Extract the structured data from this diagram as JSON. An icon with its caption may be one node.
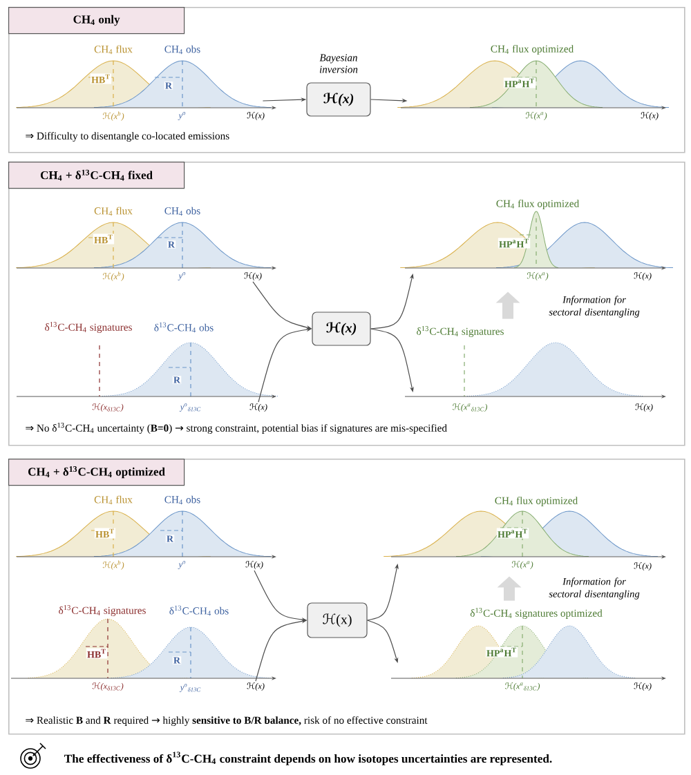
{
  "diagram": {
    "nodes": [
      {
        "text": [
          "CH$_{4}$ only",
          "⇒ Difficulty to disentangle co-located emissions"
        ]
      },
      {
        "text": [
          "CH$_{4}$ + δ$^{13}$C-CH$_{4}$ fixed",
          "⇒ No δ$^{13}$C-CH$_{4}$ uncertainty (**B=0**) → strong constraint, potential bias if signatures are mis-specified"
        ]
      },
      {
        "text": [
          "CH$_{4}$ + δ$^{13}$C-CH$_{4}$ optimized",
          "⇒ Realistic **B** and **R** required → highly **sensitive to B/R balance,** risk of no effective constraint"
        ]
      },
      {
        "text": [
          "ℋ(x)"
        ],
        "in": 0,
        "beside": [
          "Bayesian inversion"
        ]
      },
      {
        "text": [
          "ℋ(x)"
        ],
        "in": 1
      },
      {
        "text": [
          "ℋ(x)"
        ],
        "in": 2
      },
      {
        "text": [
          "ℋ(x)"
        ],
        "in": 1
      },
      {
        "text": [
          "ℋ(x)"
        ],
        "in": 1
      },
      {
        "text": [
          "ℋ(x)"
        ],
        "in": 2
      },
      {
        "text": [
          "ℋ(x)"
        ],
        "in": 2
      },
      {
        "text": [],
        "shape": "plot",
        "in": 0
      },
      {
        "text": [],
        "shape": "plot",
        "in": 0,
        "beside": [
          "CH$_{4}$ flux optimized"
        ]
      },
      {
        "text": [],
        "shape": "plot",
        "in": 1,
        "beside": [
          "CH$_{4}$ flux optimized"
        ]
      },
      {
        "text": [],
        "shape": "plot",
        "in": 1,
        "beside": [
          "δ$^{13}$C-CH$_{4}$ signatures"
        ]
      },
      {
        "text": [],
        "shape": "plot",
        "in": 2,
        "beside": [
          "CH$_{4}$ flux optimized"
        ]
      },
      {
        "text": [],
        "shape": "plot",
        "in": 2,
        "beside": [
          "δ$^{13}$C-CH$_{4}$ signatures optimized"
        ]
      }
    ],
    "edges": [
      {
        "from": 10,
        "to": 3,
        "arrow": "to"
      },
      {
        "from": 3,
        "to": 11,
        "arrow": "to"
      },
      {
        "from": 6,
        "to": 4,
        "arrow": "to"
      },
      {
        "from": 7,
        "to": 4,
        "arrow": "to"
      },
      {
        "from": 4,
        "to": 12,
        "arrow": "to"
      },
      {
        "from": 4,
        "to": 13,
        "arrow": "to"
      },
      {
        "from": 8,
        "to": 5,
        "arrow": "to"
      },
      {
        "from": 9,
        "to": 5,
        "arrow": "to"
      },
      {
        "from": 5,
        "to": 14,
        "arrow": "to"
      },
      {
        "from": 5,
        "to": 15,
        "arrow": "to"
      },
      {
        "from": 13,
        "to": 12,
        "arrow": "to",
        "style": "thick",
        "color": "#d9d9d9"
      },
      {
        "from": 15,
        "to": 14,
        "arrow": "to",
        "style": "thick",
        "color": "#d9d9d9"
      }
    ],
    "labels": [
      "CH$_{4}$ flux",
      "CH$_{4}$ obs",
      "HB$^{T}$",
      "R",
      "HP$^{a}$H$^{T}$",
      "ℋ(x$^{b}$)",
      "y$^{o}$",
      "ℋ(x)",
      "ℋ(x$^{a}$)",
      "ℋ(x)",
      "CH$_{4}$ flux",
      "CH$_{4}$ obs",
      "HP$^{a}$H$^{T}$",
      "HB$^{T}$",
      "R",
      "ℋ(x$^{b}$)",
      "y$^{o}$",
      "ℋ(x$^{a}$)",
      "ℋ(x)",
      "Information for sectoral disentangling",
      "δ$^{13}$C-CH$_{4}$ signatures",
      "δ$^{13}$C-CH$_{4}$ obs",
      "R",
      "ℋ(x$_{δ13C}$)",
      "y$^{o}$$_{δ13C}$",
      "ℋ(x$^{a}$$_{δ13C}$)",
      "ℋ(x)",
      "CH$_{4}$ flux",
      "CH$_{4}$ obs",
      "HB$^{T}$",
      "R",
      "HP$^{a}$H$^{T}$",
      "ℋ(x$^{b}$)",
      "y$^{o}$",
      "ℋ(x$^{a}$)",
      "ℋ(x)",
      "Information for sectoral disentangling",
      "δ$^{13}$C-CH$_{4}$ signatures",
      "δ$^{13}$C-CH$_{4}$ obs",
      "HB$^{T}$",
      "R",
      "HP$^{a}$H$^{T}$",
      "ℋ(x$_{δ13C}$)",
      "y$^{o}$$_{δ13C}$",
      "ℋ(x$^{a}$$_{δ13C}$)",
      "ℋ(x)",
      "The effectiveness of δ$^{13}$C-CH$_{4}$ constraint depends on how isotopes uncertainties are represented."
    ]
  }
}
